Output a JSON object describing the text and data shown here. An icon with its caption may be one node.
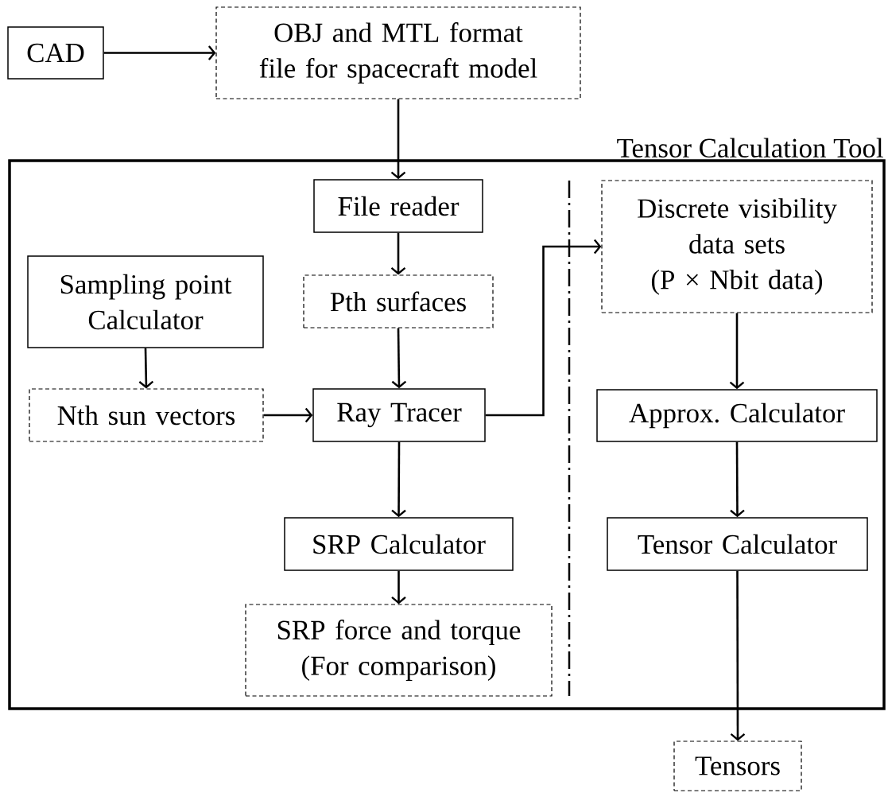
{
  "diagram": {
    "nodes": [
      {
        "text": [
          "Tensor Calculation Tool"
        ]
      },
      {
        "text": [
          "CAD"
        ]
      },
      {
        "text": [
          "OBJ and MTL format file for spacecraft model"
        ]
      },
      {
        "text": [
          "File reader"
        ],
        "in": 0
      },
      {
        "text": [
          "Sampling point Calculator"
        ],
        "in": 0
      },
      {
        "text": [
          "Pth surfaces"
        ],
        "in": 0
      },
      {
        "text": [
          "Nth sun vectors"
        ],
        "in": 0
      },
      {
        "text": [
          "Ray Tracer"
        ],
        "in": 0
      },
      {
        "text": [
          "Discrete visibility data sets",
          "(P × Nbit data)"
        ],
        "in": 0
      },
      {
        "text": [
          "Approx. Calculator"
        ],
        "in": 0
      },
      {
        "text": [
          "SRP Calculator"
        ],
        "in": 0
      },
      {
        "text": [
          "Tensor Calculator"
        ],
        "in": 0
      },
      {
        "text": [
          "SRP force and torque (For comparison)"
        ],
        "in": 0
      },
      {
        "text": [
          "Tensors"
        ]
      }
    ],
    "edges": [
      {
        "from": 1,
        "to": 2,
        "arrow": "to"
      },
      {
        "from": 2,
        "to": 3,
        "arrow": "to"
      },
      {
        "from": 3,
        "to": 5,
        "arrow": "to"
      },
      {
        "from": 4,
        "to": 6,
        "arrow": "to"
      },
      {
        "from": 5,
        "to": 7,
        "arrow": "to"
      },
      {
        "from": 6,
        "to": 7,
        "arrow": "to"
      },
      {
        "from": 7,
        "to": 8,
        "arrow": "to"
      },
      {
        "from": 8,
        "to": 9,
        "arrow": "to"
      },
      {
        "from": 7,
        "to": 10,
        "arrow": "to"
      },
      {
        "from": 10,
        "to": 12,
        "arrow": "to"
      },
      {
        "from": 9,
        "to": 11,
        "arrow": "to"
      },
      {
        "from": 11,
        "to": 13,
        "arrow": "to"
      }
    ]
  }
}
